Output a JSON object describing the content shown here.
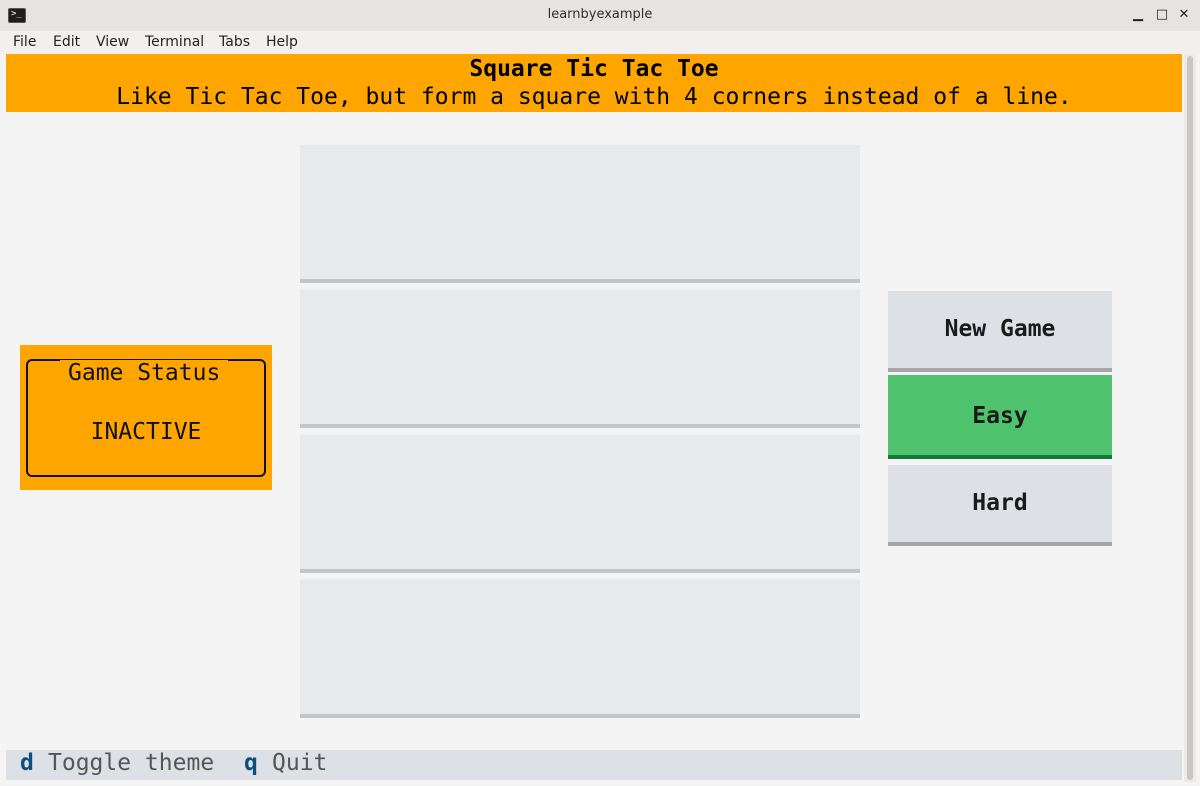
{
  "window": {
    "title": "learnbyexample",
    "app_icon_glyph": ">_",
    "minimize": "▁",
    "maximize": "□",
    "close": "✕"
  },
  "menu": [
    "File",
    "Edit",
    "View",
    "Terminal",
    "Tabs",
    "Help"
  ],
  "header": {
    "title": "Square Tic Tac Toe",
    "subtitle": "Like Tic Tac Toe, but form a square with 4 corners instead of a line."
  },
  "status": {
    "title": "Game Status",
    "value": "INACTIVE"
  },
  "board": {
    "rows": 4
  },
  "controls": {
    "new_game": "New Game",
    "easy": "Easy",
    "hard": "Hard",
    "selected": "Easy"
  },
  "footer": {
    "bindings": [
      {
        "key": "d",
        "label": "Toggle theme"
      },
      {
        "key": "q",
        "label": "Quit"
      }
    ]
  },
  "colors": {
    "accent": "#ffa500",
    "selected": "#4fc26e",
    "key": "#0d4f7c"
  }
}
